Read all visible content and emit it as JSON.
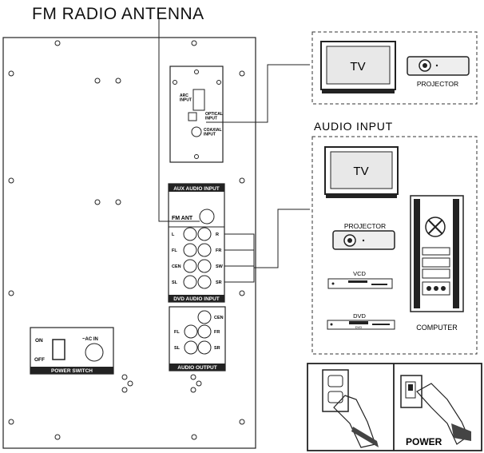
{
  "title": "FM RADIO ANTENNA",
  "audio_input_heading": "AUDIO INPUT",
  "top_box": {
    "tv_label": "TV",
    "projector_label": "PROJECTOR"
  },
  "upper_panel": {
    "arc_input": "ARC\nINPUT",
    "optical_input": "OPTICAL\nINPUT",
    "coaxial_input": "COAXIAL\nINPUT"
  },
  "aux_panel": {
    "header": "AUX AUDIO INPUT",
    "fm_ant": "FM ANT",
    "rows": [
      {
        "left": "L",
        "right": "R"
      },
      {
        "left": "FL",
        "right": "FR"
      },
      {
        "left": "CEN",
        "right": "SW"
      },
      {
        "left": "SL",
        "right": "SR"
      }
    ],
    "footer": "DVD AUDIO INPUT"
  },
  "audio_output": {
    "labels": [
      "CEN",
      "FL",
      "FR",
      "SL",
      "SR"
    ],
    "footer": "AUDIO OUTPUT"
  },
  "power_switch": {
    "on": "ON",
    "off": "OFF",
    "ac_in": "~AC IN",
    "footer": "POWER SWITCH"
  },
  "audio_box": {
    "tv_label": "TV",
    "projector_label": "PROJECTOR",
    "vcd_label": "VCD",
    "dvd_label": "DVD",
    "dvd_tray": "DVD",
    "computer_label": "COMPUTER"
  },
  "power_box": {
    "label": "POWER"
  }
}
